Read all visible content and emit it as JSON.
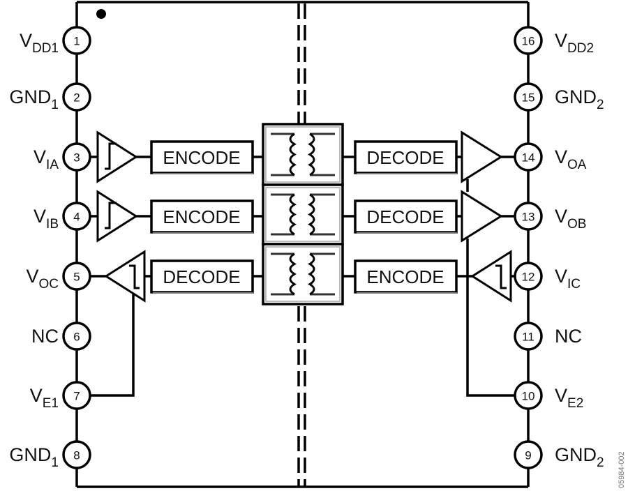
{
  "diagram": {
    "title": "Functional block diagram - 3-channel digital isolator",
    "pin1_marker": "pin-1-dot",
    "left_pins": [
      {
        "num": "1",
        "name": "V",
        "sub": "DD1"
      },
      {
        "num": "2",
        "name": "GND",
        "sub": "1"
      },
      {
        "num": "3",
        "name": "V",
        "sub": "IA"
      },
      {
        "num": "4",
        "name": "V",
        "sub": "IB"
      },
      {
        "num": "5",
        "name": "V",
        "sub": "OC"
      },
      {
        "num": "6",
        "name": "NC",
        "sub": ""
      },
      {
        "num": "7",
        "name": "V",
        "sub": "E1"
      },
      {
        "num": "8",
        "name": "GND",
        "sub": "1"
      }
    ],
    "right_pins": [
      {
        "num": "16",
        "name": "V",
        "sub": "DD2"
      },
      {
        "num": "15",
        "name": "GND",
        "sub": "2"
      },
      {
        "num": "14",
        "name": "V",
        "sub": "OA"
      },
      {
        "num": "13",
        "name": "V",
        "sub": "OB"
      },
      {
        "num": "12",
        "name": "V",
        "sub": "IC"
      },
      {
        "num": "11",
        "name": "NC",
        "sub": ""
      },
      {
        "num": "10",
        "name": "V",
        "sub": "E2"
      },
      {
        "num": "9",
        "name": "GND",
        "sub": "2"
      }
    ],
    "channels": [
      {
        "left_block": "ENCODE",
        "right_block": "DECODE",
        "direction": "left-to-right"
      },
      {
        "left_block": "ENCODE",
        "right_block": "DECODE",
        "direction": "left-to-right"
      },
      {
        "left_block": "DECODE",
        "right_block": "ENCODE",
        "direction": "right-to-left"
      }
    ],
    "figure_id": "05984-002"
  }
}
